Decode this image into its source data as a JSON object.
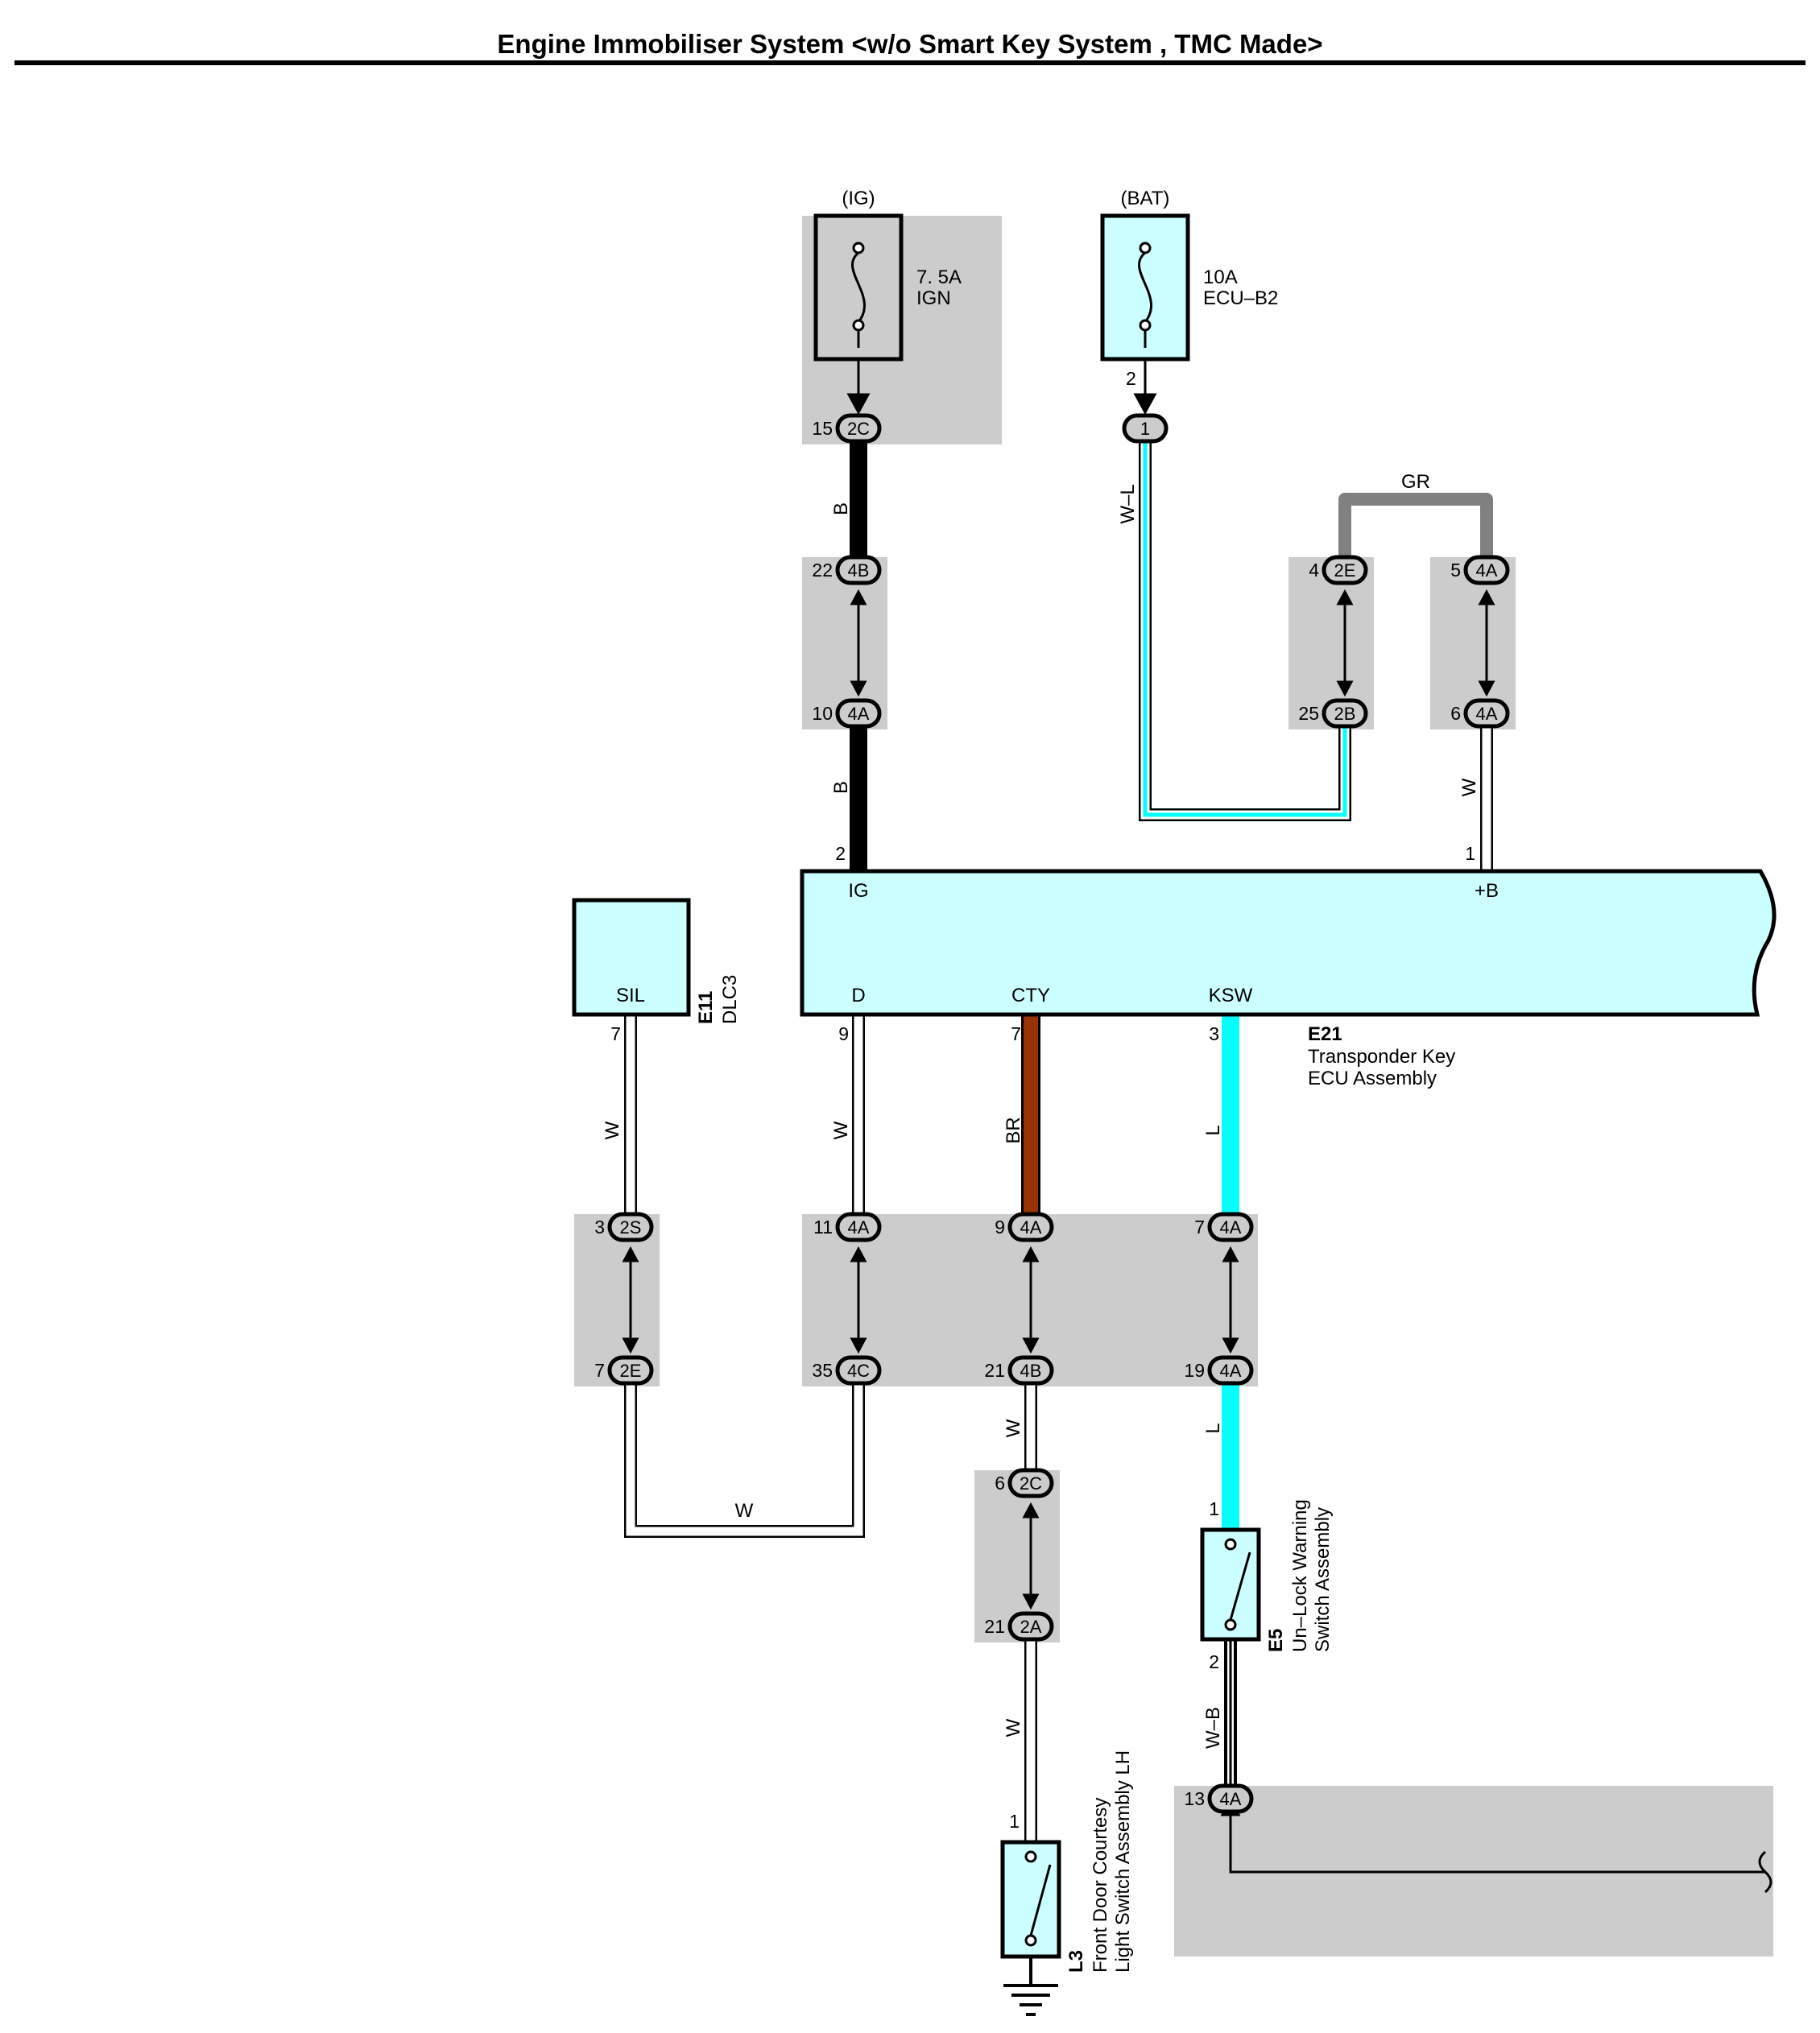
{
  "title": "Engine Immobiliser System <w/o Smart Key System , TMC Made>",
  "fuses": [
    {
      "id": "ign",
      "source": "(IG)",
      "rating": "7. 5A",
      "name": "IGN"
    },
    {
      "id": "ecub2",
      "source": "(BAT)",
      "rating": "10A",
      "name": "ECU–B2"
    }
  ],
  "ecu": {
    "code": "E21",
    "name_line1": "Transponder Key",
    "name_line2": "ECU Assembly",
    "terminals": {
      "ig": "IG",
      "b": "+B",
      "d": "D",
      "cty": "CTY",
      "ksw": "KSW"
    },
    "pins": {
      "ig": "2",
      "b": "1",
      "d": "9",
      "cty": "7",
      "ksw": "3"
    }
  },
  "dlc3": {
    "code": "E11",
    "name": "DLC3",
    "terminal": "SIL",
    "pin": "7"
  },
  "unlock_switch": {
    "code": "E5",
    "name_line1": "Un–Lock Warning",
    "name_line2": "Switch Assembly",
    "pin_top": "1",
    "pin_bottom": "2"
  },
  "door_switch": {
    "code": "L3",
    "name_line1": "Front Door Courtesy",
    "name_line2": "Light Switch Assembly LH",
    "pin": "1"
  },
  "fuse_pin": "2",
  "wire_colors": {
    "b": "B",
    "wl": "W–L",
    "gr": "GR",
    "w": "W",
    "br": "BR",
    "l": "L",
    "wb": "W–B"
  },
  "connectors": {
    "c_2c_15": {
      "pin": "15",
      "code": "2C"
    },
    "c_1": {
      "code": "1"
    },
    "c_4b_22": {
      "pin": "22",
      "code": "4B"
    },
    "c_4a_10": {
      "pin": "10",
      "code": "4A"
    },
    "c_2e_4": {
      "pin": "4",
      "code": "2E"
    },
    "c_2b_25": {
      "pin": "25",
      "code": "2B"
    },
    "c_4a_5": {
      "pin": "5",
      "code": "4A"
    },
    "c_4a_6": {
      "pin": "6",
      "code": "4A"
    },
    "c_2s_3": {
      "pin": "3",
      "code": "2S"
    },
    "c_2e_7": {
      "pin": "7",
      "code": "2E"
    },
    "c_4a_11": {
      "pin": "11",
      "code": "4A"
    },
    "c_4c_35": {
      "pin": "35",
      "code": "4C"
    },
    "c_4a_9": {
      "pin": "9",
      "code": "4A"
    },
    "c_4b_21": {
      "pin": "21",
      "code": "4B"
    },
    "c_4a_7": {
      "pin": "7",
      "code": "4A"
    },
    "c_4a_19": {
      "pin": "19",
      "code": "4A"
    },
    "c_2c_6": {
      "pin": "6",
      "code": "2C"
    },
    "c_2a_21": {
      "pin": "21",
      "code": "2A"
    },
    "c_4a_13": {
      "pin": "13",
      "code": "4A"
    }
  },
  "colors": {
    "component_fill": "#ccffff",
    "junction_fill": "#cccccc",
    "wire_br": "#993300",
    "wire_l": "#00ffff",
    "wire_gr": "#808080",
    "wire_b": "#000000"
  }
}
